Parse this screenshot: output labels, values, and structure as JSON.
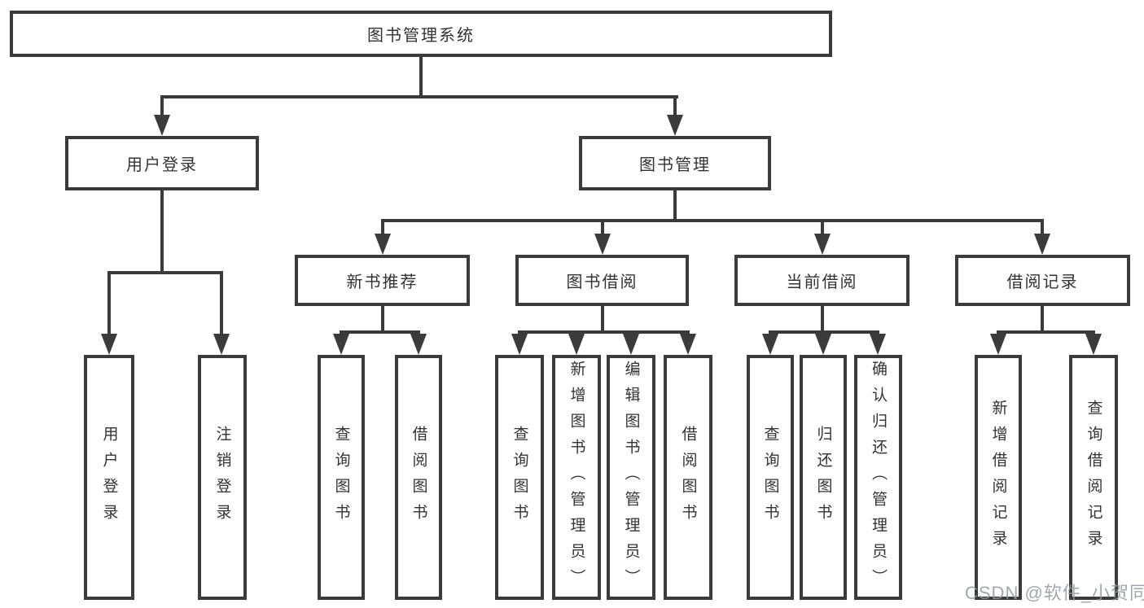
{
  "tree": {
    "label": "图书管理系统",
    "children": [
      {
        "label": "用户登录",
        "children": [
          {
            "label": "用户登录"
          },
          {
            "label": "注销登录"
          }
        ]
      },
      {
        "label": "图书管理",
        "children": [
          {
            "label": "新书推荐",
            "children": [
              {
                "label": "查询图书"
              },
              {
                "label": "借阅图书"
              }
            ]
          },
          {
            "label": "图书借阅",
            "children": [
              {
                "label": "查询图书"
              },
              {
                "label": "新增图书（管理员）"
              },
              {
                "label": "编辑图书（管理员）"
              },
              {
                "label": "借阅图书"
              }
            ]
          },
          {
            "label": "当前借阅",
            "children": [
              {
                "label": "查询图书"
              },
              {
                "label": "归还图书"
              },
              {
                "label": "确认归还（管理员）"
              }
            ]
          },
          {
            "label": "借阅记录",
            "children": [
              {
                "label": "新增借阅记录"
              },
              {
                "label": "查询借阅记录"
              }
            ]
          }
        ]
      }
    ]
  },
  "watermark": {
    "text": "CSDN @软件_小贺同学"
  },
  "style": {
    "line_color": "#3b3b3b",
    "text_color": "#333333",
    "background": "#ffffff",
    "watermark_color": "#9297a0"
  },
  "icons": {
    "arrowhead": "filled-down-triangle"
  }
}
